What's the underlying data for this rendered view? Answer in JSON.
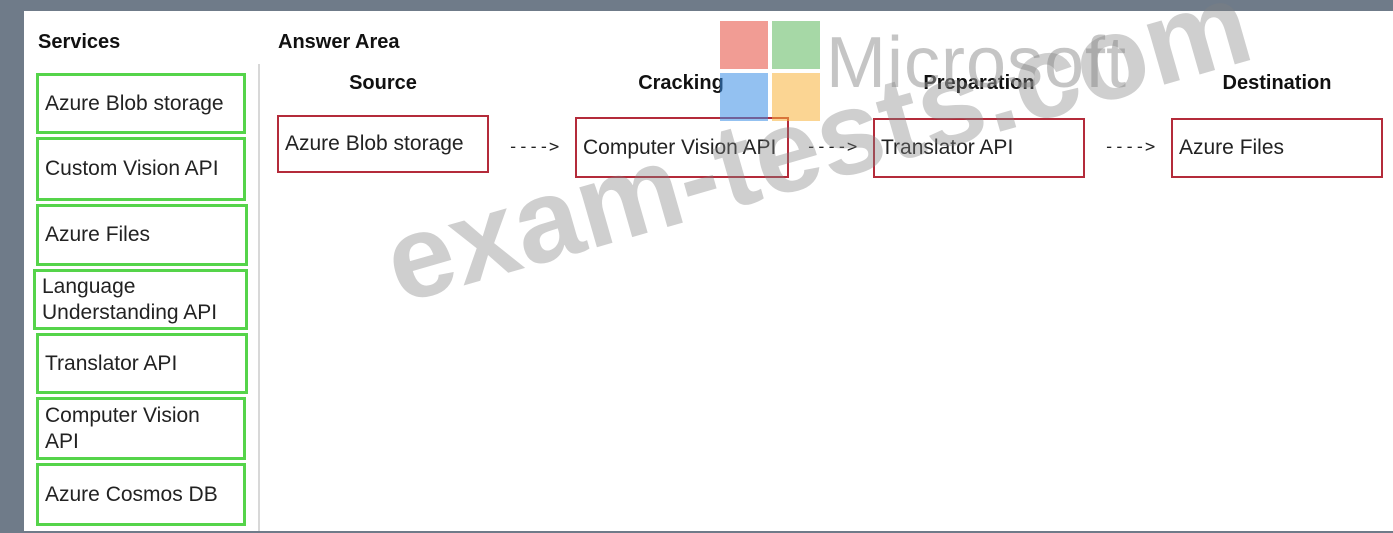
{
  "headers": {
    "services": "Services",
    "answer_area": "Answer Area"
  },
  "services": [
    "Azure Blob storage",
    "Custom Vision API",
    "Azure Files",
    "Language Understanding API",
    "Translator API",
    "Computer Vision API",
    "Azure Cosmos DB"
  ],
  "columns": {
    "source": "Source",
    "cracking": "Cracking",
    "preparation": "Preparation",
    "destination": "Destination"
  },
  "answers": {
    "source": "Azure Blob storage",
    "cracking": "Computer Vision API",
    "preparation": "Translator API",
    "destination": "Azure Files"
  },
  "arrow": "---->",
  "watermark": {
    "brand": "Microsoft",
    "site": "exam-tests.com"
  },
  "colors": {
    "service_border": "#55d44a",
    "answer_border": "#b42b3a",
    "frame": "#6f7b89"
  }
}
